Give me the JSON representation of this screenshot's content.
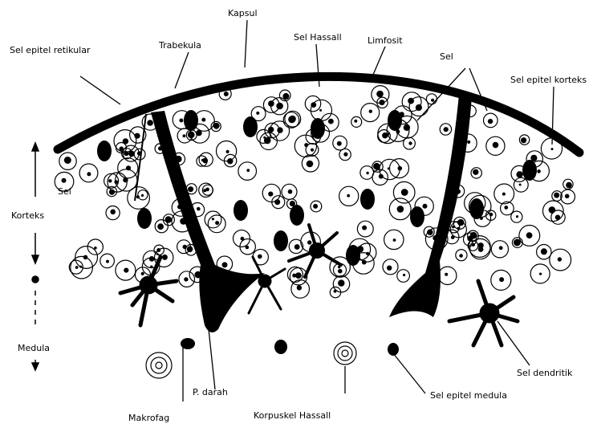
{
  "labels": {
    "kapsul": "Kapsul",
    "sel_hassall": "Sel Hassall",
    "limfosit": "Limfosit",
    "trabekula": "Trabekula",
    "sel_epitel_retikular": "Sel epitel retikular",
    "sel_x": "Sel",
    "sel_epitel_korteks": "Sel epitel korteks",
    "korteks": "Korteks",
    "medula": "Medula",
    "sel_dendritik": "Sel dendritik",
    "p_darah": "P. darah",
    "makrofag": "Makrofag",
    "korpuskel_hassall": "Korpuskel Hassall",
    "sel_epitel_medula": "Sel epitel medula",
    "sel_left": "Sel"
  },
  "colors": {
    "ink": "#000000",
    "paper": "#ffffff"
  }
}
